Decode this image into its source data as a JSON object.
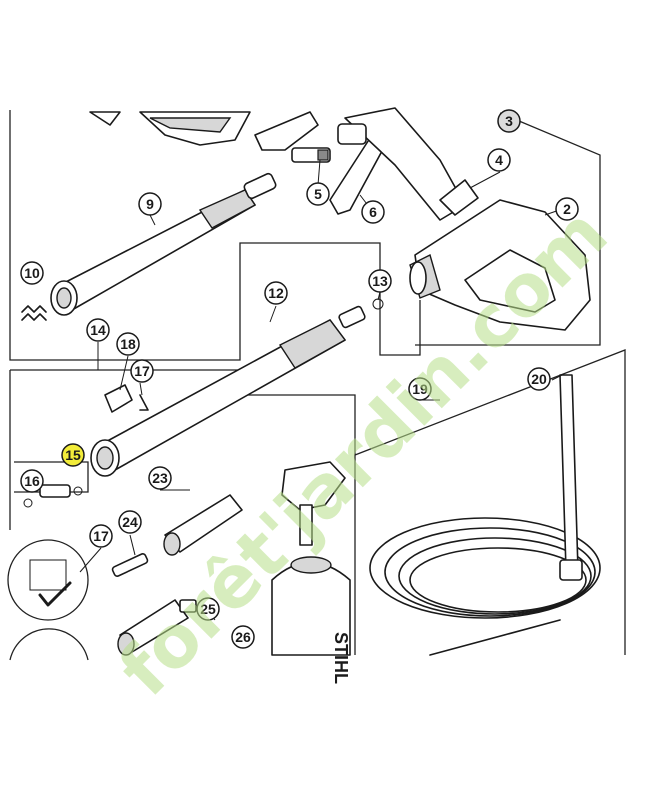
{
  "callouts": [
    {
      "id": "c2",
      "label": "2"
    },
    {
      "id": "c3",
      "label": "3"
    },
    {
      "id": "c4",
      "label": "4"
    },
    {
      "id": "c5",
      "label": "5"
    },
    {
      "id": "c6",
      "label": "6"
    },
    {
      "id": "c9",
      "label": "9"
    },
    {
      "id": "c10",
      "label": "10"
    },
    {
      "id": "c12",
      "label": "12"
    },
    {
      "id": "c13",
      "label": "13"
    },
    {
      "id": "c14",
      "label": "14"
    },
    {
      "id": "c15",
      "label": "15"
    },
    {
      "id": "c16",
      "label": "16"
    },
    {
      "id": "c17a",
      "label": "17"
    },
    {
      "id": "c17b",
      "label": "17"
    },
    {
      "id": "c18",
      "label": "18"
    },
    {
      "id": "c19",
      "label": "19"
    },
    {
      "id": "c20",
      "label": "20"
    },
    {
      "id": "c23",
      "label": "23"
    },
    {
      "id": "c24",
      "label": "24"
    },
    {
      "id": "c25",
      "label": "25"
    },
    {
      "id": "c26",
      "label": "26"
    }
  ],
  "highlight_color": "#f2ec3a",
  "watermark": {
    "text": "forêt'jardin.com",
    "color": "#b8e08a"
  },
  "bottle_label": "STIHL"
}
